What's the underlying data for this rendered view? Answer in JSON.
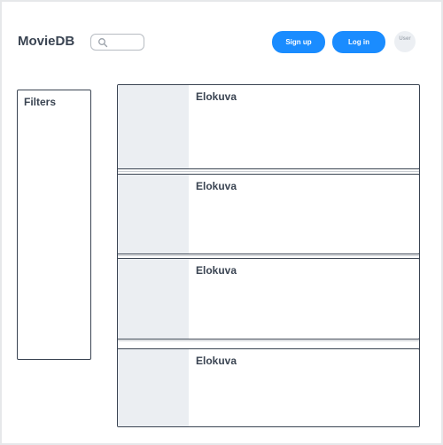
{
  "header": {
    "logo": "MovieDB",
    "signup_label": "Sign up",
    "login_label": "Log in",
    "avatar_label": "User"
  },
  "filters": {
    "title": "Filters"
  },
  "movies": [
    {
      "title": "Elokuva"
    },
    {
      "title": "Elokuva"
    },
    {
      "title": "Elokuva"
    },
    {
      "title": "Elokuva"
    }
  ],
  "colors": {
    "primary": "#1a8cff",
    "text": "#3a4452",
    "placeholder": "#ebeef2"
  }
}
